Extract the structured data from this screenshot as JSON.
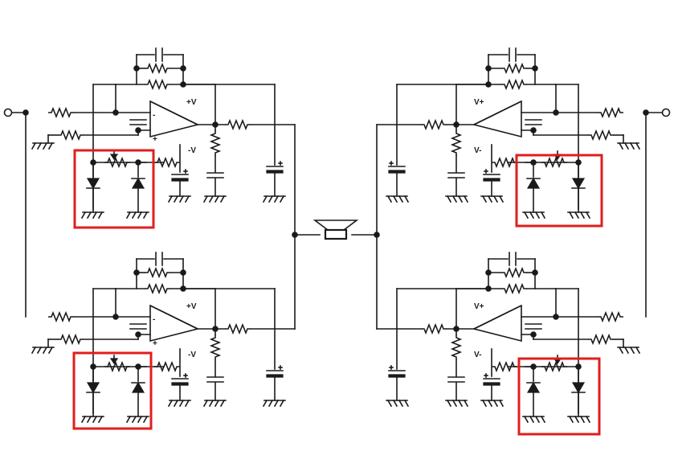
{
  "labels": {
    "amp_tl": {
      "pos_rail": "+V",
      "neg_rail": "-V"
    },
    "amp_bl": {
      "pos_rail": "+V",
      "neg_rail": "-V"
    },
    "amp_tr": {
      "pos_rail": "V+",
      "neg_rail": "V-"
    },
    "amp_br": {
      "pos_rail": "V+",
      "neg_rail": "V-"
    }
  },
  "highlight_color": "#e01e1e",
  "line_color": "#1a1a1a"
}
